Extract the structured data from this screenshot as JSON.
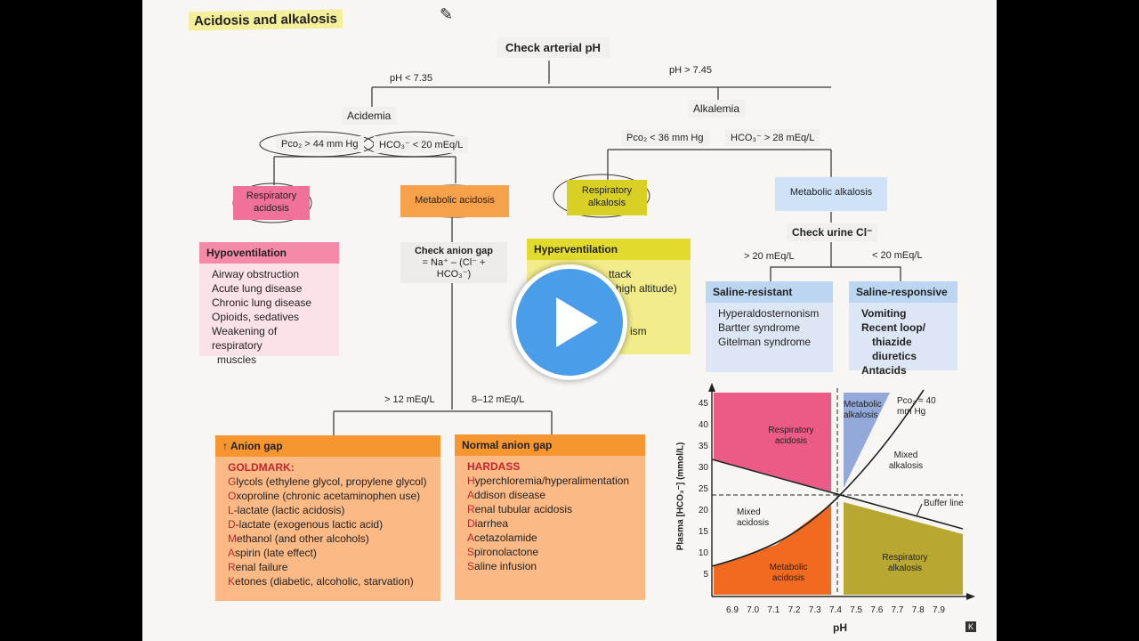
{
  "title": "Acidosis and alkalosis",
  "root": "Check arterial pH",
  "branch_low": "pH < 7.35",
  "branch_high": "pH > 7.45",
  "acidemia": "Acidemia",
  "alkalemia": "Alkalemia",
  "acid_pco2": "Pco₂ > 44 mm Hg",
  "acid_hco3": "HCO₃⁻ < 20 mEq/L",
  "alk_pco2": "Pco₂ < 36 mm Hg",
  "alk_hco3": "HCO₃⁻ > 28 mEq/L",
  "resp_acidosis": "Respiratory acidosis",
  "met_acidosis": "Metabolic acidosis",
  "resp_alkalosis": "Respiratory alkalosis",
  "met_alkalosis": "Metabolic alkalosis",
  "hypovent": {
    "header": "Hypoventilation",
    "items": [
      "Airway obstruction",
      "Acute lung disease",
      "Chronic lung disease",
      "Opioids, sedatives",
      "Weakening of respiratory",
      "muscles"
    ]
  },
  "hypervent": {
    "header": "Hyperventilation",
    "items": [
      "ttack",
      "high altitude)",
      "ism"
    ]
  },
  "anion_gap_check": {
    "line1": "Check anion gap",
    "line2": "= Na⁺ – (Cl⁻ + HCO₃⁻)"
  },
  "urine_cl": "Check urine Cl⁻",
  "gt20": "> 20 mEq/L",
  "lt20": "< 20 mEq/L",
  "saline_resistant": {
    "header": "Saline-resistant",
    "items": [
      "Hyperaldosternonism",
      "Bartter syndrome",
      "Gitelman syndrome"
    ]
  },
  "saline_responsive": {
    "header": "Saline-responsive",
    "items": [
      "Vomiting",
      "Recent loop/",
      "thiazide diuretics",
      "Antacids"
    ]
  },
  "gap_gt12": "> 12 mEq/L",
  "gap_normal_range": "8–12 mEq/L",
  "high_ag": {
    "header": "↑ Anion gap",
    "mnemonic": "GOLDMARK:",
    "items": [
      "Glycols (ethylene glycol, propylene glycol)",
      "Oxoproline (chronic acetaminophen use)",
      "L-lactate (lactic acidosis)",
      "D-lactate (exogenous lactic acid)",
      "Methanol (and other alcohols)",
      "Aspirin (late effect)",
      "Renal failure",
      "Ketones (diabetic, alcoholic, starvation)"
    ]
  },
  "normal_ag": {
    "header": "Normal anion gap",
    "mnemonic": "HARDASS",
    "items": [
      "Hyperchloremia/hyperalimentation",
      "Addison disease",
      "Renal tubular acidosis",
      "Diarrhea",
      "Acetazolamide",
      "Spironolactone",
      "Saline infusion"
    ]
  },
  "chart_data": {
    "type": "area",
    "xlabel": "pH",
    "ylabel": "Plasma [HCO₃⁻] (mmol/L)",
    "x_ticks": [
      "6.9",
      "7.0",
      "7.1",
      "7.2",
      "7.3",
      "7.4",
      "7.5",
      "7.6",
      "7.7",
      "7.8",
      "7.9"
    ],
    "y_ticks": [
      "5",
      "10",
      "15",
      "20",
      "25",
      "30",
      "35",
      "40",
      "45"
    ],
    "regions": [
      "Respiratory acidosis",
      "Metabolic alkalosis",
      "Mixed alkalosis",
      "Mixed acidosis",
      "Metabolic acidosis",
      "Respiratory alkalosis"
    ],
    "annotations": [
      "Pco₂ = 40 mm Hg",
      "Buffer line"
    ],
    "colors": {
      "resp_acid": "#e84a7a",
      "met_alk": "#8fa6d8",
      "met_acid": "#f26522",
      "resp_alk": "#b5a534"
    }
  },
  "play_button": "play"
}
